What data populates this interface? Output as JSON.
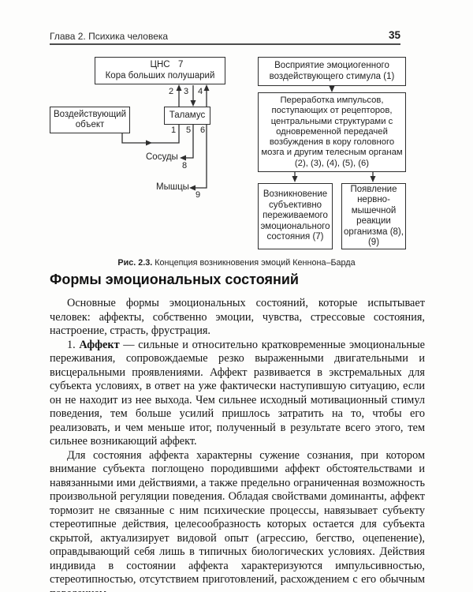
{
  "header": {
    "chapter": "Глава 2. Психика человека",
    "page_number": "35"
  },
  "diagram": {
    "left": {
      "cns_box": {
        "abbr": "ЦНС",
        "num": "7",
        "line2": "Кора больших полушарий"
      },
      "object_box": "Воздействующий объект",
      "thalamus_box": "Таламус",
      "vessels_label": "Сосуды",
      "muscles_label": "Мышцы",
      "nums": {
        "n1": "1",
        "n2": "2",
        "n3": "3",
        "n4": "4",
        "n5": "5",
        "n6": "6",
        "n8": "8",
        "n9": "9"
      }
    },
    "right": {
      "box1": "Восприятие эмоциогенного воздействующего стимула (1)",
      "box2": "Переработка импульсов, поступающих от рецепторов, центральными структурами с одновременной передачей возбуждения в кору головного мозга и другим телесным органам (2), (3), (4), (5), (6)",
      "box3": "Возникновение субъективно переживаемого эмоционального состояния (7)",
      "box4": "Появление нервно-мышечной реакции организма (8), (9)"
    },
    "caption": {
      "label": "Рис. 2.3.",
      "text": "Концепция возникновения эмоций Кеннона–Барда"
    }
  },
  "content": {
    "heading": "Формы эмоциональных состояний",
    "para1": "Основные формы эмоциональных состояний, которые испытывает человек: аффекты, собственно эмоции, чувства, стрессовые состояния, настроение, страсть, фрустрация.",
    "para2_prefix": "1. ",
    "para2_term": "Аффект",
    "para2_rest": " — сильные и относительно кратковременные эмоциональные переживания, сопровождаемые резко выраженными двигательными и висцеральными проявлениями. Аффект развивается в экстремальных для субъекта условиях, в ответ на уже фактически наступившую ситуацию, если он не находит из нее выхода. Чем сильнее исходный мотивационный стимул поведения, тем больше усилий пришлось затратить на то, чтобы его реализовать, и чем меньше итог, полученный в результате всего этого, тем сильнее возникающий аффект.",
    "para3": "Для состояния аффекта характерны сужение сознания, при котором внимание субъекта поглощено породившими аффект обстоятельствами и навязанными ими действиями, а также предельно ограниченная возможность произвольной регуляции поведения. Обладая свойствами доминанты, аффект тормозит не связанные с ним психические процессы, навязывает субъекту стереотипные действия, целесообразность которых остается для субъекта скрытой, актуализирует видовой опыт (агрессию, бегство, оцепенение), оправдывающий себя лишь в типичных биологических условиях. Действия индивида в состоянии аффекта характеризуются импульсивностью, стереотипностью, отсутствием приготовлений, расхождением с его обычным поведением."
  }
}
